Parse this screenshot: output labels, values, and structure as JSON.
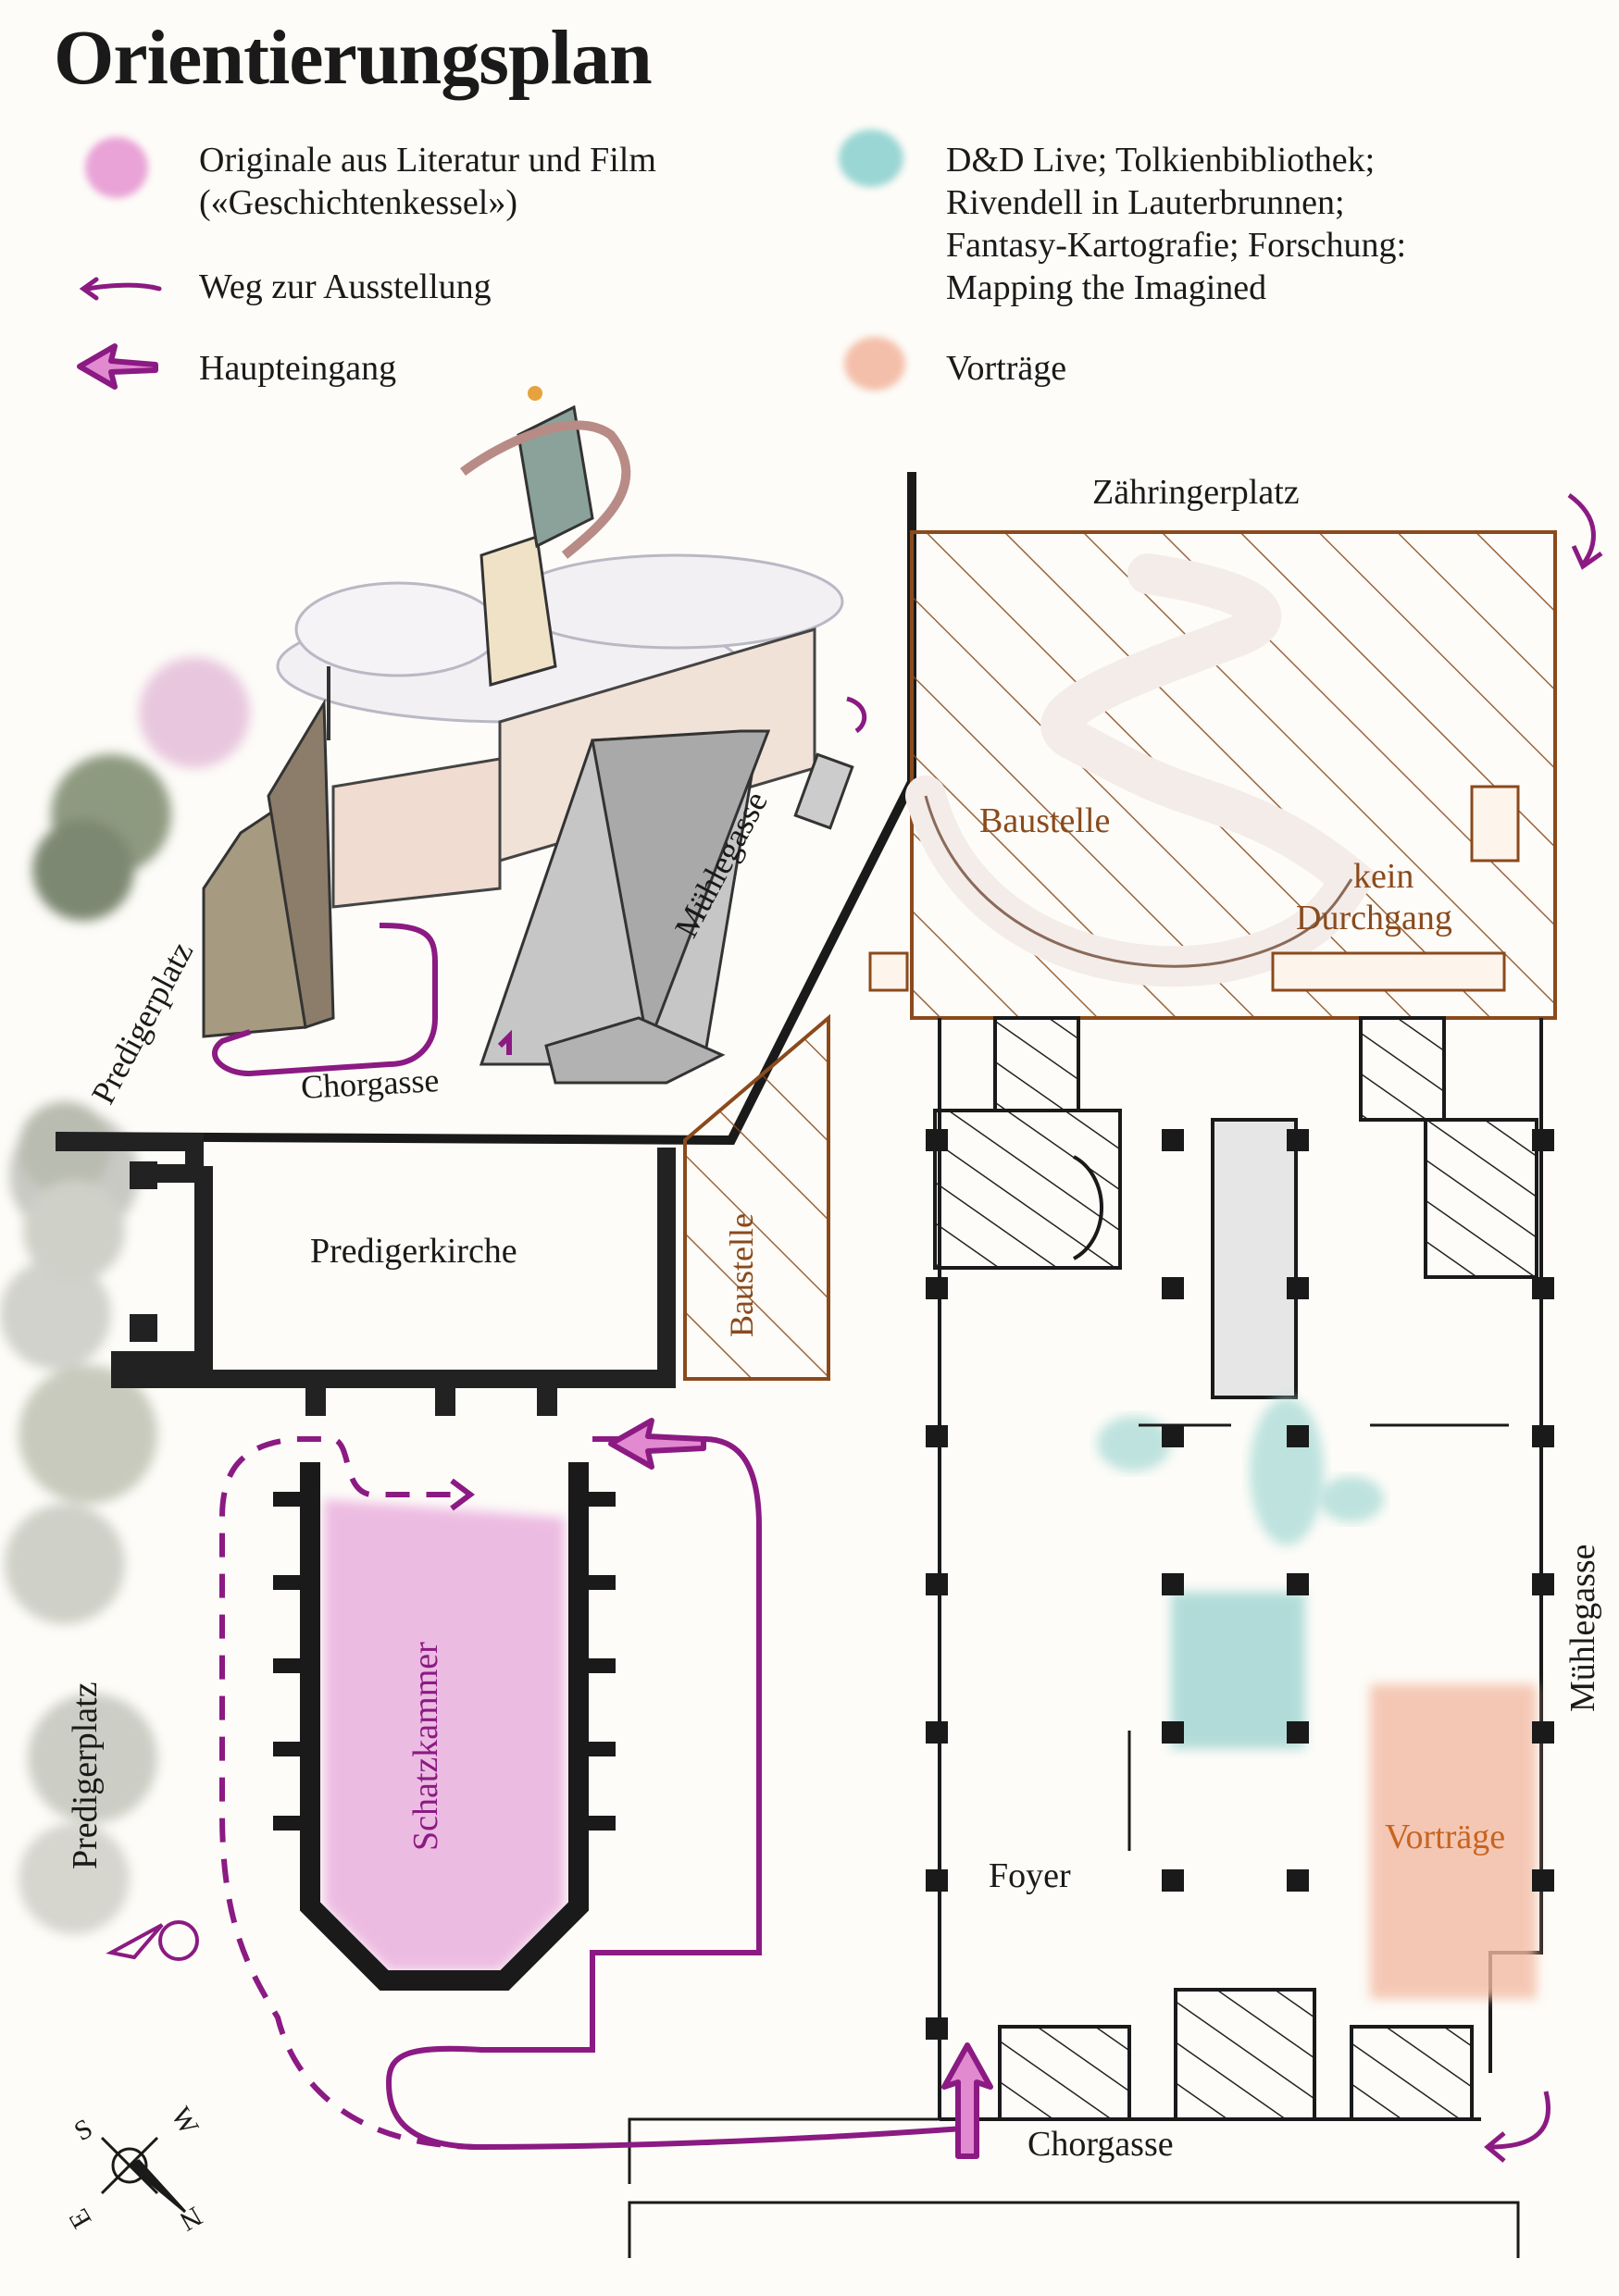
{
  "title": "Orientierungsplan",
  "legend": [
    {
      "text": "Originale aus Literatur und Film",
      "text2": "(«Geschichtenkessel»)",
      "color": "#d66fb4",
      "icon": "pink-watercolor-blob"
    },
    {
      "text": "Weg zur Ausstellung",
      "color": "#8b1a83",
      "icon": "path-arrow-icon"
    },
    {
      "text": "Haupteingang",
      "color": "#8b1a83",
      "icon": "main-entrance-arrow-icon"
    },
    {
      "text": "D&D Live; Tolkienbibliothek;",
      "text2": "Rivendell in Lauterbrunnen;",
      "text3": "Fantasy-Kartografie; Forschung:",
      "text4": "Mapping the Imagined",
      "color": "#7fc7c4",
      "icon": "teal-watercolor-blob"
    },
    {
      "text": "Vorträge",
      "color": "#f0a98d",
      "icon": "peach-watercolor-blob"
    }
  ],
  "labels": {
    "zaehringerplatz": "Zähringerplatz",
    "baustelle_main": "Baustelle",
    "kein": "kein",
    "durchgang": "Durchgang",
    "muehlegasse_top": "Mühlegasse",
    "predigerplatz_top": "Predigerplatz",
    "chorgasse_top": "Chorgasse",
    "predigerkirche": "Predigerkirche",
    "baustelle_side": "Baustelle",
    "schatzkammer": "Schatzkammer",
    "predigerplatz_bottom": "Predigerplatz",
    "foyer": "Foyer",
    "vortraege": "Vorträge",
    "muehlegasse_right": "Mühlegasse",
    "chorgasse_bottom": "Chorgasse"
  },
  "compass": {
    "n": "N",
    "s": "S",
    "e": "E",
    "w": "W"
  },
  "colors": {
    "path": "#8b1a83",
    "construction": "#8a4a1c",
    "teal": "#8fd0cd",
    "pink": "#e28fcf",
    "peach": "#f3b79e",
    "wall": "#2a2a2a"
  }
}
